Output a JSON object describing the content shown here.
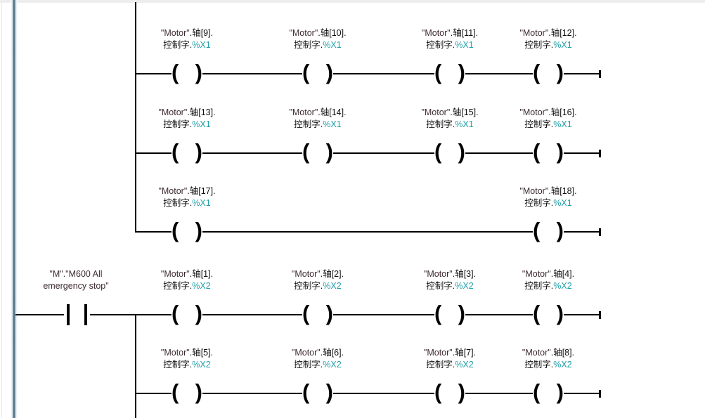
{
  "editor": {
    "top_strip_color": "#ededed",
    "splitter_light": "#d5e9f5",
    "splitter_dark": "#5d7586"
  },
  "colors": {
    "wire": "#000000",
    "tag_name": "#3d2b33",
    "operand_text": "#101010",
    "bit_access": "#1f9fa8"
  },
  "network": {
    "contact": {
      "symbol": "normally-open-contact",
      "label_line1": "\"M\".\"M600 All",
      "label_line2": "emergency stop\""
    },
    "coil_open": "(",
    "coil_close": ")",
    "rows": [
      {
        "coils": [
          {
            "col": 0,
            "name": "\"Motor\"",
            "path": ".轴[9].",
            "member": "控制字.",
            "bit": "%X1"
          },
          {
            "col": 1,
            "name": "\"Motor\"",
            "path": ".轴[10].",
            "member": "控制字.",
            "bit": "%X1"
          },
          {
            "col": 2,
            "name": "\"Motor\"",
            "path": ".轴[11].",
            "member": "控制字.",
            "bit": "%X1"
          },
          {
            "col": 3,
            "name": "\"Motor\"",
            "path": ".轴[12].",
            "member": "控制字.",
            "bit": "%X1"
          }
        ]
      },
      {
        "coils": [
          {
            "col": 0,
            "name": "\"Motor\"",
            "path": ".轴[13].",
            "member": "控制字.",
            "bit": "%X1"
          },
          {
            "col": 1,
            "name": "\"Motor\"",
            "path": ".轴[14].",
            "member": "控制字.",
            "bit": "%X1"
          },
          {
            "col": 2,
            "name": "\"Motor\"",
            "path": ".轴[15].",
            "member": "控制字.",
            "bit": "%X1"
          },
          {
            "col": 3,
            "name": "\"Motor\"",
            "path": ".轴[16].",
            "member": "控制字.",
            "bit": "%X1"
          }
        ]
      },
      {
        "coils": [
          {
            "col": 0,
            "name": "\"Motor\"",
            "path": ".轴[17].",
            "member": "控制字.",
            "bit": "%X1"
          },
          {
            "col": 3,
            "name": "\"Motor\"",
            "path": ".轴[18].",
            "member": "控制字.",
            "bit": "%X1"
          }
        ]
      },
      {
        "left_rail": true,
        "has_contact": true,
        "coils": [
          {
            "col": 0,
            "name": "\"Motor\"",
            "path": ".轴[1].",
            "member": "控制字.",
            "bit": "%X2"
          },
          {
            "col": 1,
            "name": "\"Motor\"",
            "path": ".轴[2].",
            "member": "控制字.",
            "bit": "%X2"
          },
          {
            "col": 2,
            "name": "\"Motor\"",
            "path": ".轴[3].",
            "member": "控制字.",
            "bit": "%X2"
          },
          {
            "col": 3,
            "name": "\"Motor\"",
            "path": ".轴[4].",
            "member": "控制字.",
            "bit": "%X2"
          }
        ]
      },
      {
        "coils": [
          {
            "col": 0,
            "name": "\"Motor\"",
            "path": ".轴[5].",
            "member": "控制字.",
            "bit": "%X2"
          },
          {
            "col": 1,
            "name": "\"Motor\"",
            "path": ".轴[6].",
            "member": "控制字.",
            "bit": "%X2"
          },
          {
            "col": 2,
            "name": "\"Motor\"",
            "path": ".轴[7].",
            "member": "控制字.",
            "bit": "%X2"
          },
          {
            "col": 3,
            "name": "\"Motor\"",
            "path": ".轴[8].",
            "member": "控制字.",
            "bit": "%X2"
          }
        ]
      }
    ]
  }
}
